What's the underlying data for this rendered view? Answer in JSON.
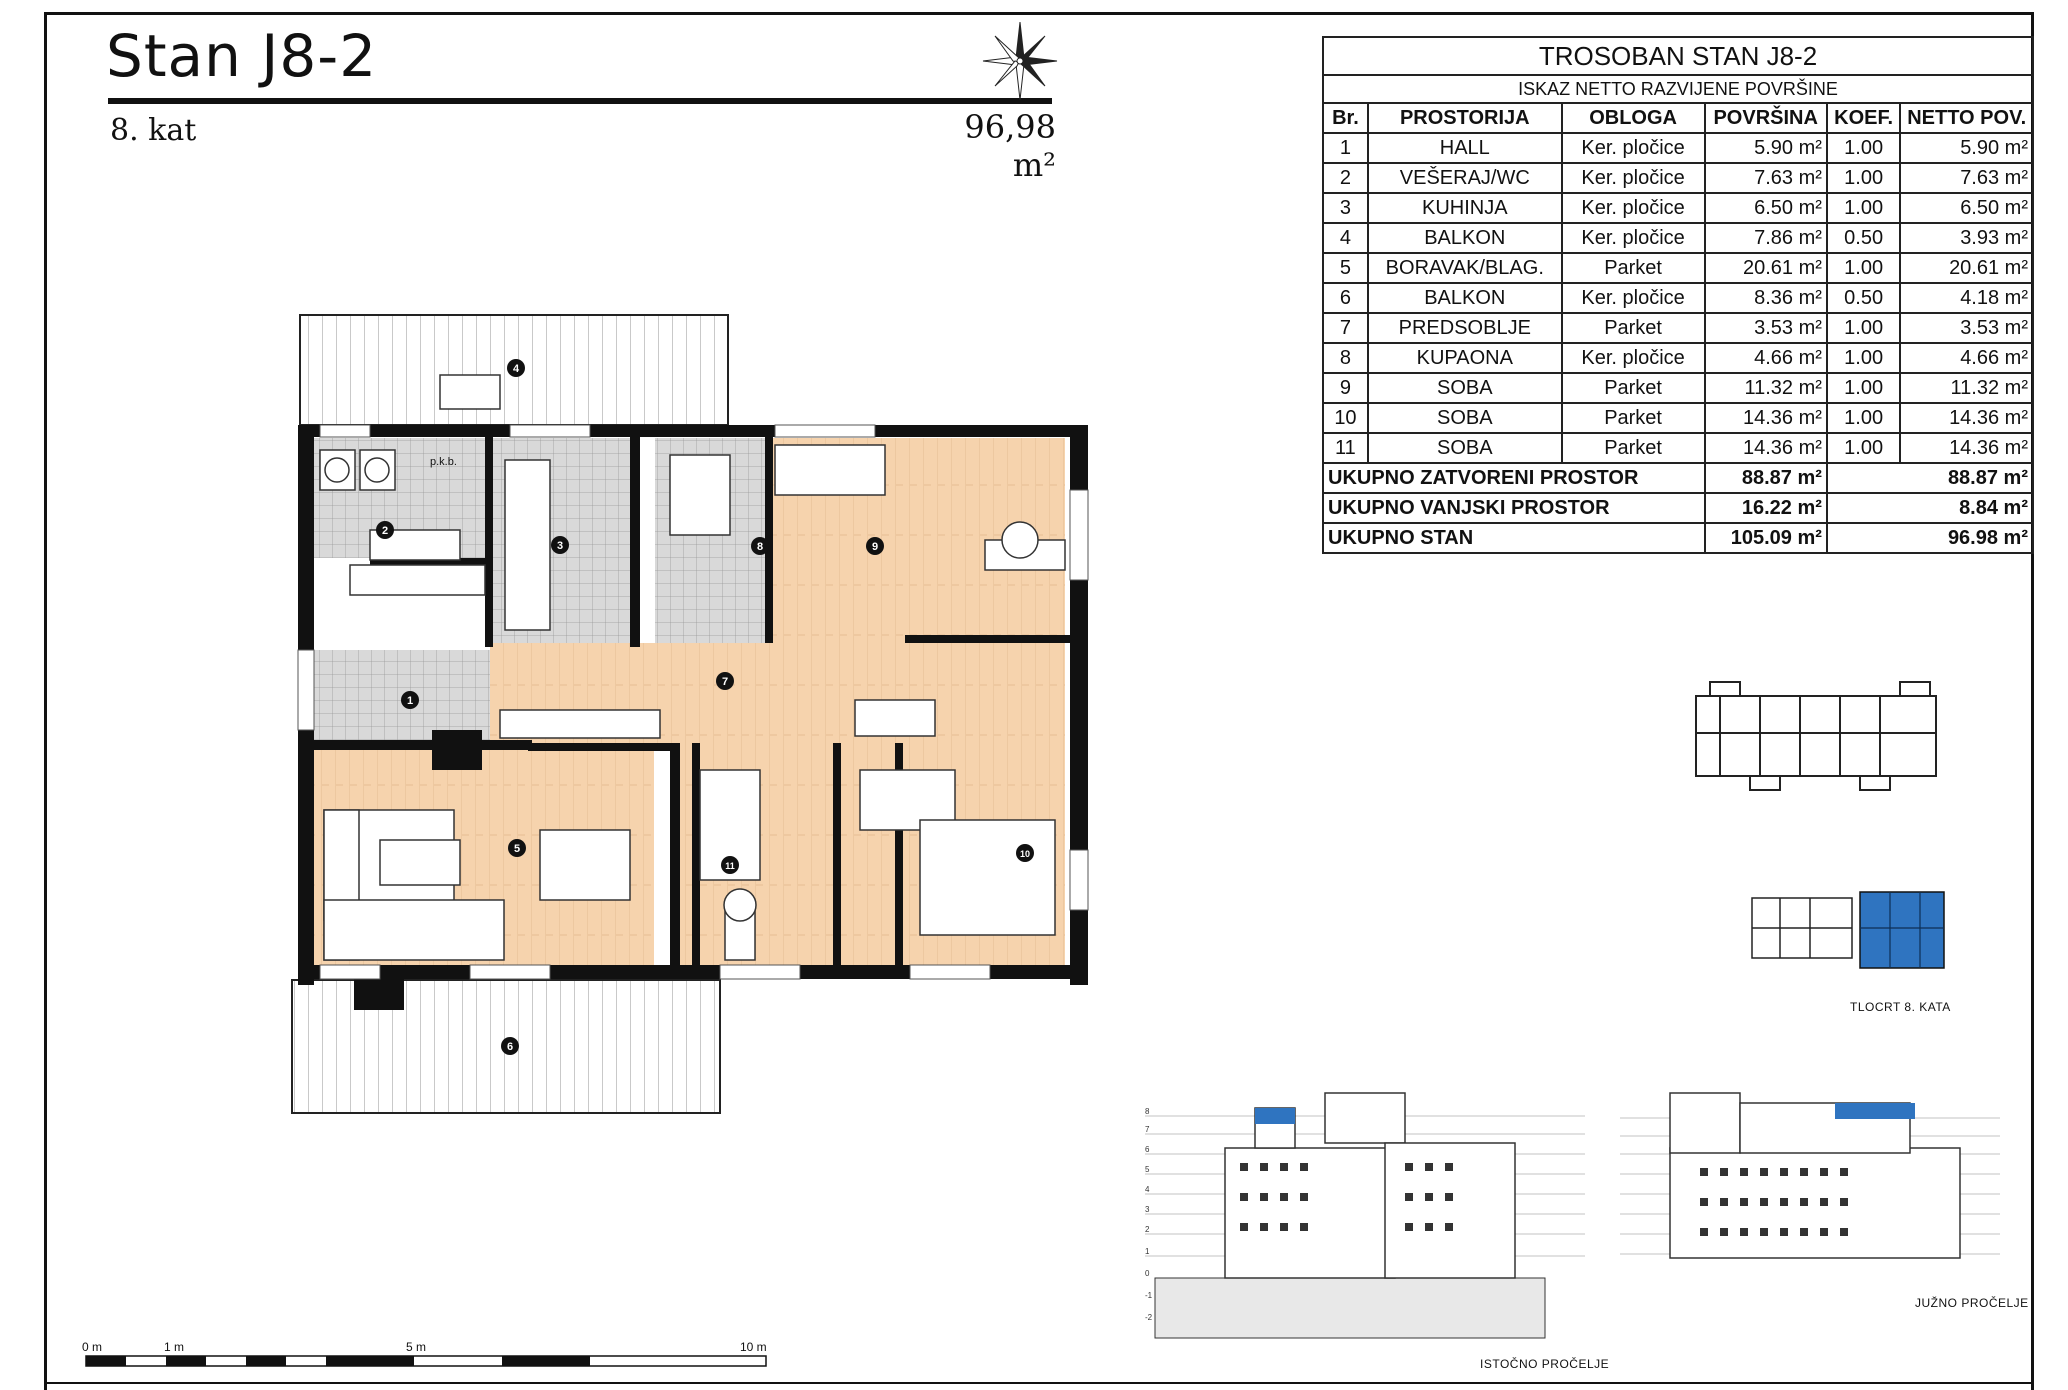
{
  "header": {
    "title": "Stan J8-2",
    "floor": "8. kat",
    "area": "96,98 m²"
  },
  "table": {
    "title": "TROSOBAN STAN J8-2",
    "subtitle": "ISKAZ NETTO RAZVIJENE POVRŠINE",
    "columns": [
      "Br.",
      "PROSTORIJA",
      "OBLOGA",
      "POVRŠINA",
      "KOEF.",
      "NETTO POV."
    ],
    "rows": [
      {
        "br": "1",
        "room": "HALL",
        "floor": "Ker. pločice",
        "area": "5.90 m²",
        "coef": "1.00",
        "net": "5.90 m²"
      },
      {
        "br": "2",
        "room": "VEŠERAJ/WC",
        "floor": "Ker. pločice",
        "area": "7.63 m²",
        "coef": "1.00",
        "net": "7.63 m²"
      },
      {
        "br": "3",
        "room": "KUHINJA",
        "floor": "Ker. pločice",
        "area": "6.50 m²",
        "coef": "1.00",
        "net": "6.50 m²"
      },
      {
        "br": "4",
        "room": "BALKON",
        "floor": "Ker. pločice",
        "area": "7.86 m²",
        "coef": "0.50",
        "net": "3.93 m²"
      },
      {
        "br": "5",
        "room": "BORAVAK/BLAG.",
        "floor": "Parket",
        "area": "20.61 m²",
        "coef": "1.00",
        "net": "20.61 m²"
      },
      {
        "br": "6",
        "room": "BALKON",
        "floor": "Ker. pločice",
        "area": "8.36 m²",
        "coef": "0.50",
        "net": "4.18 m²"
      },
      {
        "br": "7",
        "room": "PREDSOBLJE",
        "floor": "Parket",
        "area": "3.53 m²",
        "coef": "1.00",
        "net": "3.53 m²"
      },
      {
        "br": "8",
        "room": "KUPAONA",
        "floor": "Ker. pločice",
        "area": "4.66 m²",
        "coef": "1.00",
        "net": "4.66 m²"
      },
      {
        "br": "9",
        "room": "SOBA",
        "floor": "Parket",
        "area": "11.32 m²",
        "coef": "1.00",
        "net": "11.32 m²"
      },
      {
        "br": "10",
        "room": "SOBA",
        "floor": "Parket",
        "area": "14.36 m²",
        "coef": "1.00",
        "net": "14.36 m²"
      },
      {
        "br": "11",
        "room": "SOBA",
        "floor": "Parket",
        "area": "14.36 m²",
        "coef": "1.00",
        "net": "14.36 m²"
      }
    ],
    "totals": [
      {
        "label": "UKUPNO ZATVORENI PROSTOR",
        "area": "88.87 m²",
        "net": "88.87 m²"
      },
      {
        "label": "UKUPNO VANJSKI PROSTOR",
        "area": "16.22 m²",
        "net": "8.84 m²"
      },
      {
        "label": "UKUPNO STAN",
        "area": "105.09 m²",
        "net": "96.98 m²"
      }
    ]
  },
  "plan": {
    "room_keys": [
      "1",
      "2",
      "3",
      "4",
      "5",
      "6",
      "7",
      "8",
      "9",
      "10",
      "11"
    ],
    "pkb_label": "p.k.b.",
    "colors": {
      "parquet": "#f6d3ad",
      "tile": "#d8d8d8",
      "wall": "#111111",
      "highlight": "#2f74c0"
    }
  },
  "scale": {
    "labels": [
      "0 m",
      "1 m",
      "5 m",
      "10 m"
    ]
  },
  "captions": {
    "floor_plan": "TLOCRT 8. KATA",
    "east": "ISTOČNO PROČELJE",
    "south": "JUŽNO PROČELJE"
  },
  "elevation_levels": [
    "8",
    "7",
    "6",
    "5",
    "4",
    "3",
    "2",
    "1",
    "0",
    "-1",
    "-2"
  ]
}
